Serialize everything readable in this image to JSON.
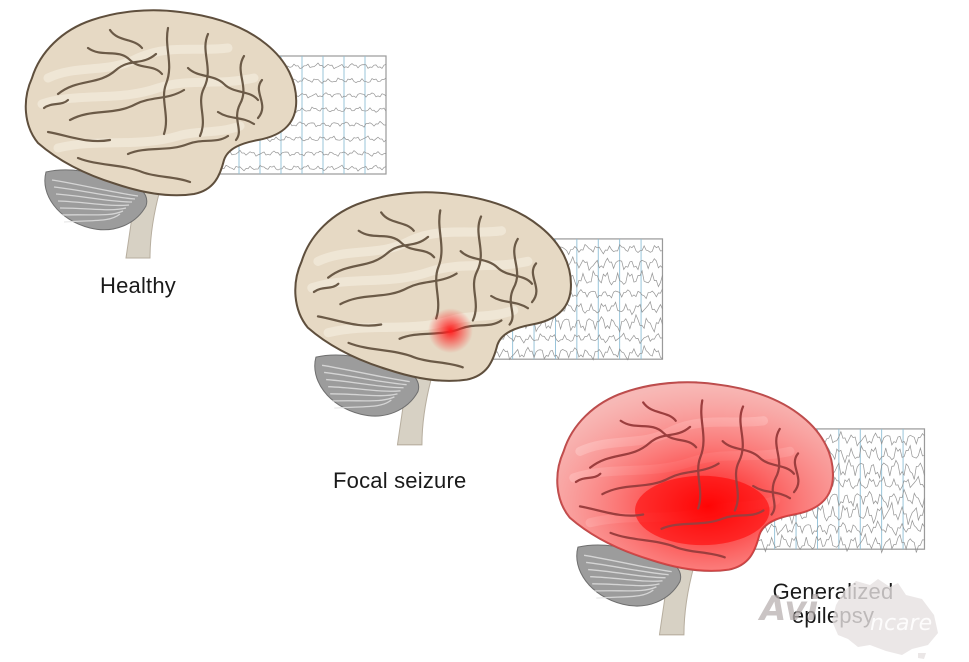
{
  "diagram": {
    "panels": [
      {
        "id": "healthy",
        "caption_lines": [
          "Healthy"
        ],
        "highlight": "none"
      },
      {
        "id": "focal",
        "caption_lines": [
          "Focal seizure"
        ],
        "highlight": "focal"
      },
      {
        "id": "generalized",
        "caption_lines": [
          "Generalized",
          "epilepsy"
        ],
        "highlight": "generalized"
      }
    ]
  },
  "watermark": {
    "brand_left": "Avi",
    "brand_right": "ncare"
  },
  "colors": {
    "brain_fill": "#e6d9c4",
    "brain_light": "#f1e8da",
    "brain_outline": "#5f4f3d",
    "sulcus": "#6b5a47",
    "cerebellum": "#9c9c9c",
    "brainstem": "#d7d1c4",
    "eeg_grid": "#8fbfd6",
    "eeg_wave": "#8a8a8a",
    "seizure_red": "#ff1e1e",
    "inflamed_fill": "#f6c5c2",
    "inflamed_outline": "#b84a4a"
  }
}
